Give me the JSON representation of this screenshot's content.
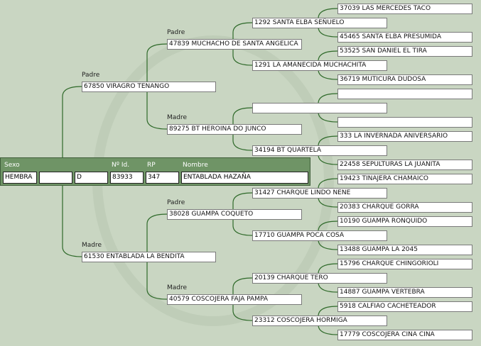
{
  "subject": {
    "headers": {
      "sexo": "Sexo",
      "id": "Nº Id.",
      "rp": "RP",
      "nombre": "Nombre"
    },
    "sexo": "HEMBRA",
    "field2": "",
    "field3": "D",
    "id": "83933",
    "rp": "347",
    "nombre": "ENTABLADA HAZAÑA"
  },
  "labels": {
    "padre": "Padre",
    "madre": "Madre"
  },
  "gen1": [
    "67850 VIRAGRO TENANGO",
    "61530 ENTABLADA LA BENDITA"
  ],
  "gen2": [
    "47839 MUCHACHO DE SANTA ANGELICA",
    "89275 BT HEROINA DO JUNCO",
    "38028 GUAMPA COQUETO",
    "40579 COSCOJERA FAJA PAMPA"
  ],
  "gen3": [
    "1292 SANTA ELBA SEÑUELO",
    "1291 LA AMANECIDA MUCHACHITA",
    "",
    "34194 BT QUARTELA",
    "31427 CHARQUE LINDO NENE",
    "17710 GUAMPA POCA COSA",
    "20139 CHARQUE TERO",
    "23312 COSCOJERA HORMIGA"
  ],
  "gen4": [
    "37039 LAS MERCEDES TACO",
    "45465 SANTA ELBA PRESUMIDA",
    "53525 SAN DANIEL EL TIRA",
    "36719 MUTICURA DUDOSA",
    "",
    "",
    "333 LA INVERNADA ANIVERSARIO",
    "22458 SEPULTURAS LA JUANITA",
    "19423 TINAJERA CHAMAICO",
    "20383 CHARQUE GORRA",
    "10190 GUAMPA RONQUIDO",
    "13488 GUAMPA LA 2045",
    "15796 CHARQUE CHINGORIOLI",
    "14887 GUAMPA VERTEBRA",
    "5918 CALFIAO CACHETEADOR",
    "17779 COSCOJERA CINA CINA"
  ],
  "colors": {
    "line": "#2f6a2a",
    "panel": "#6f9466"
  }
}
